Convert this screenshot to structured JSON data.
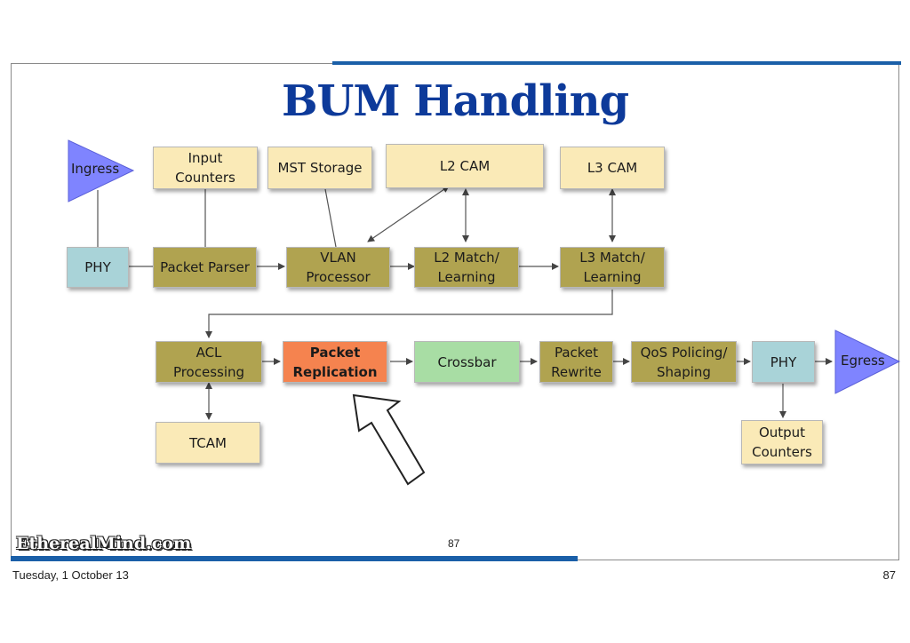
{
  "title": "BUM Handling",
  "ingress": "Ingress",
  "egress": "Egress",
  "boxes": {
    "input_counters": "Input\nCounters",
    "mst_storage": "MST Storage",
    "l2_cam": "L2 CAM",
    "l3_cam": "L3 CAM",
    "phy_in": "PHY",
    "packet_parser": "Packet Parser",
    "vlan_processor": "VLAN\nProcessor",
    "l2_match": "L2 Match/\nLearning",
    "l3_match": "L3 Match/\nLearning",
    "acl_processing": "ACL\nProcessing",
    "packet_replication": "Packet\nReplication",
    "crossbar": "Crossbar",
    "packet_rewrite": "Packet\nRewrite",
    "qos": "QoS Policing/\nShaping",
    "phy_out": "PHY",
    "tcam": "TCAM",
    "output_counters": "Output\nCounters"
  },
  "colors": {
    "title": "#0d3a9a",
    "accent_bar": "#1a5fa8",
    "yellow": "#faeab7",
    "olive": "#b0a350",
    "cyan": "#a9d3d8",
    "green": "#a8dda4",
    "highlight": "#f5834f",
    "triangle": "#7f84ff"
  },
  "logo": "EtherealMind.com",
  "inner_page_number": "87",
  "footer": {
    "date": "Tuesday, 1 October 13",
    "page_number": "87"
  }
}
